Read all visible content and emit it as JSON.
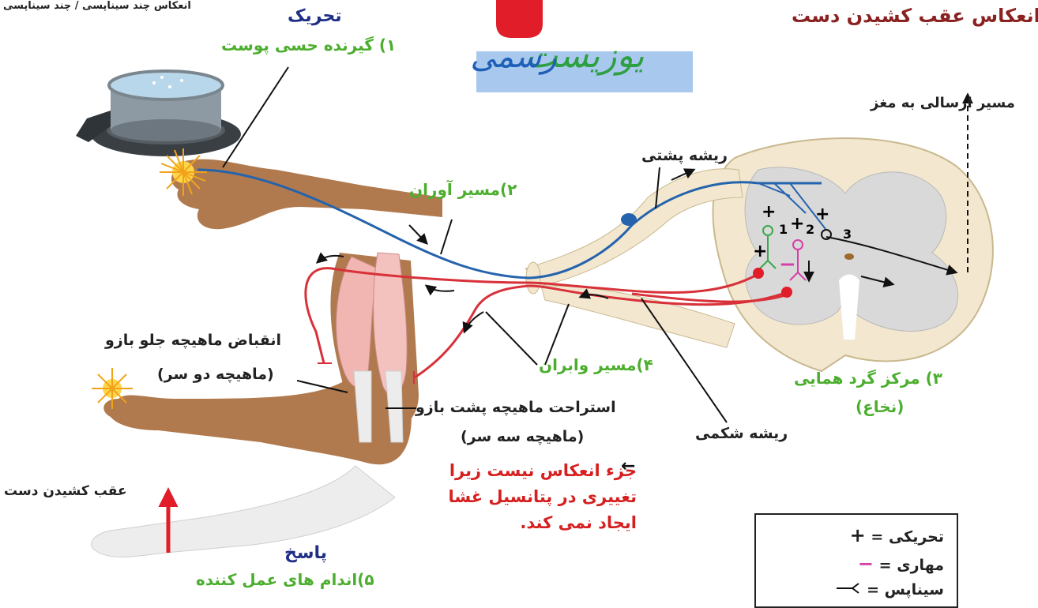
{
  "header": {
    "top_left_caption": "انعکاس چند سیناپسی / چند سیناپسی",
    "stimulus": "تحریک",
    "step1_receptor": "۱) گیرنده حسی پوست",
    "title": "انعکاس عقب کشیدن دست",
    "brain_path": "مسیر ارسالی به مغز"
  },
  "logo": {
    "text": "یوزیست رسمی",
    "colors": {
      "accent": "#e11d2a",
      "blue": "#1e5fb8",
      "green": "#2ea043",
      "band": "#a9c8ee"
    }
  },
  "labels": {
    "dorsal_root": "ریشه پشتی",
    "afferent": "۲)مسیر آوران",
    "efferent": "۴)مسیر وابران",
    "center_line1": "۳) مرکز گرد همایی",
    "center_line2": "(نخاع)",
    "ventral_root": "ریشه شکمی",
    "biceps_contract": "انقباض ماهیچه جلو بازو",
    "biceps_name": "(ماهیچه دو سر)",
    "triceps_relax": "استراحت ماهیچه پشت بازو",
    "triceps_name": "(ماهیچه سه سر)",
    "withdraw": "عقب کشیدن دست",
    "response": "پاسخ",
    "effector": "۵)اندام های عمل کننده",
    "note_arrow": "←",
    "note": "جزء انعکاس نیست زیرا تغییری در پتانسیل غشا ایجاد نمی کند.",
    "interneurons": {
      "n1": "1",
      "n2": "2",
      "n3": "3"
    }
  },
  "legend": {
    "rows": [
      {
        "label": "تحریکی",
        "symbol": "+"
      },
      {
        "label": "مهاری",
        "symbol": "−"
      },
      {
        "label": "سیناپس",
        "symbol": "synapse"
      }
    ]
  },
  "colors": {
    "sensory": "#2563ad",
    "motor": "#d8313a",
    "skin": "#b07a4e",
    "cord_grey": "#d9d9d9",
    "cord_cream": "#f3e8cf",
    "muscle": "#f2b6b2",
    "bone": "#ececec",
    "pot": "#8e9aa3"
  }
}
